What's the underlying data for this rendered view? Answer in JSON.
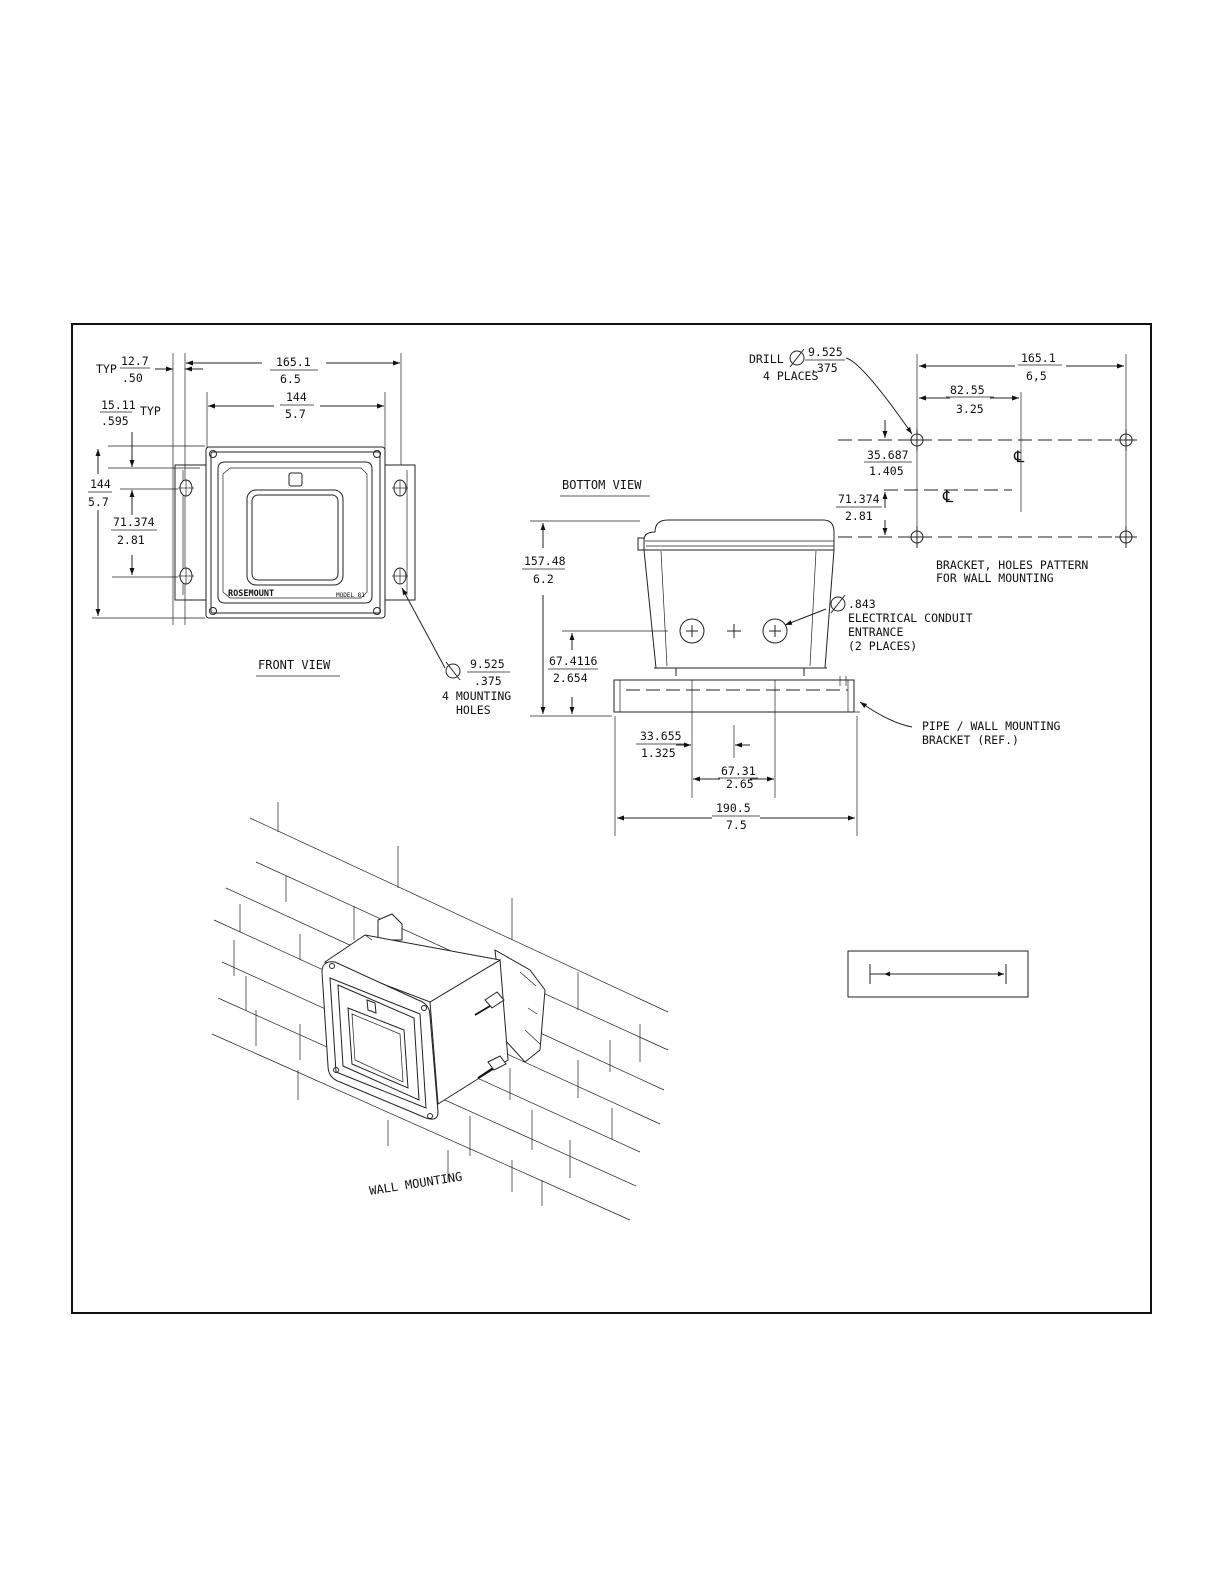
{
  "front_view": {
    "title": "FRONT VIEW",
    "typ_label": "TYP",
    "dim_top_mm": "12.7",
    "dim_top_in": ".50",
    "dim_width_mm": "165.1",
    "dim_width_in": "6.5",
    "dim_inner_mm": "144",
    "dim_inner_in": "5.7",
    "dim_offset_mm": "15.11",
    "dim_offset_in": ".595",
    "dim_offset_typ": "TYP",
    "dim_height_mm": "144",
    "dim_height_in": "5.7",
    "dim_hole_mm": "71.374",
    "dim_hole_in": "2.81",
    "brand": "ROSEMOUNT",
    "model": "MODEL 81",
    "hole_dia_mm": "9.525",
    "hole_dia_in": ".375",
    "holes_line1": "4 MOUNTING",
    "holes_line2": "HOLES"
  },
  "bottom_view": {
    "title": "BOTTOM VIEW",
    "dim_height_mm": "157.48",
    "dim_height_in": "6.2",
    "dim_conduit_h_mm": "67.4116",
    "dim_conduit_h_in": "2.654",
    "conduit_dia": ".843",
    "conduit_line1": "ELECTRICAL CONDUIT",
    "conduit_line2": "ENTRANCE",
    "conduit_line3": "(2 PLACES)",
    "bracket_line1": "PIPE / WALL MOUNTING",
    "bracket_line2": "BRACKET (REF.)",
    "dim_half_mm": "33.655",
    "dim_half_in": "1.325",
    "dim_between_mm": "67.31",
    "dim_between_in": "2.65",
    "dim_width_mm": "190.5",
    "dim_width_in": "7.5"
  },
  "bracket_pattern": {
    "drill_label": "DRILL",
    "drill_mm": "9.525",
    "drill_in": ".375",
    "drill_places": "4 PLACES",
    "dim_width_mm": "165.1",
    "dim_width_in": "6,5",
    "dim_half_mm": "82.55",
    "dim_half_in": "3.25",
    "dim_v1_mm": "35.687",
    "dim_v1_in": "1.405",
    "dim_v2_mm": "71.374",
    "dim_v2_in": "2.81",
    "caption_line1": "BRACKET, HOLES PATTERN",
    "caption_line2": "FOR WALL MOUNTING"
  },
  "wall_mounting": {
    "title": "WALL MOUNTING"
  }
}
